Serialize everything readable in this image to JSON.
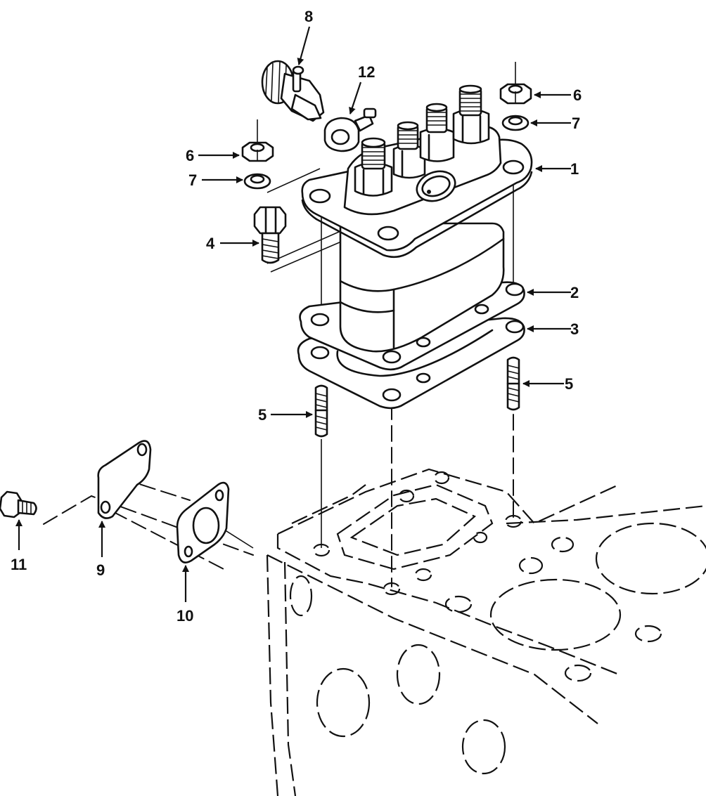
{
  "callouts": [
    {
      "id": "c1",
      "label": "1"
    },
    {
      "id": "c2",
      "label": "2"
    },
    {
      "id": "c3",
      "label": "3"
    },
    {
      "id": "c4",
      "label": "4"
    },
    {
      "id": "c5a",
      "label": "5"
    },
    {
      "id": "c5b",
      "label": "5"
    },
    {
      "id": "c6a",
      "label": "6"
    },
    {
      "id": "c6b",
      "label": "6"
    },
    {
      "id": "c7a",
      "label": "7"
    },
    {
      "id": "c7b",
      "label": "7"
    },
    {
      "id": "c8",
      "label": "8"
    },
    {
      "id": "c9",
      "label": "9"
    },
    {
      "id": "c10",
      "label": "10"
    },
    {
      "id": "c11",
      "label": "11"
    },
    {
      "id": "c12",
      "label": "12"
    }
  ]
}
